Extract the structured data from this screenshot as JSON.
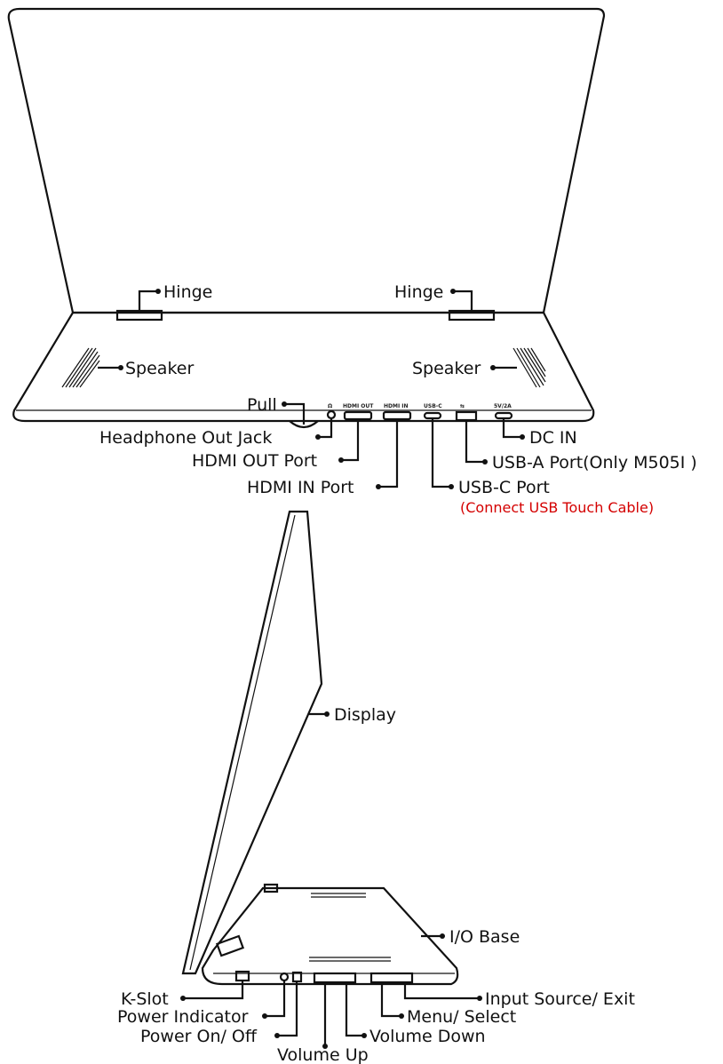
{
  "top_view": {
    "labels": {
      "hinge_left": "Hinge",
      "hinge_right": "Hinge",
      "speaker_left": "Speaker",
      "speaker_right": "Speaker",
      "pull": "Pull",
      "headphone": "Headphone Out Jack",
      "hdmi_out": "HDMI OUT Port",
      "hdmi_in": "HDMI IN Port",
      "usb_c": "USB-C Port",
      "usb_c_note": "(Connect USB Touch Cable)",
      "usb_a": "USB-A Port(Only M505I )",
      "dc_in": "DC IN"
    },
    "port_marks": {
      "headphone_icon": "Ω",
      "hdmi_out": "HDMI OUT",
      "hdmi_in": "HDMI IN",
      "usb_c": "USB-C",
      "usb_a_icon": "⇆",
      "dc": "5V/2A"
    }
  },
  "side_view": {
    "labels": {
      "display": "Display",
      "io_base": "I/O Base",
      "k_slot": "K-Slot",
      "power_indicator": "Power Indicator",
      "power_on_off": "Power On/ Off",
      "volume_up": "Volume Up",
      "volume_down": "Volume Down",
      "menu_select": "Menu/ Select",
      "input_source_exit": "Input Source/ Exit"
    }
  },
  "colors": {
    "line": "#111111",
    "note": "#d40000"
  }
}
